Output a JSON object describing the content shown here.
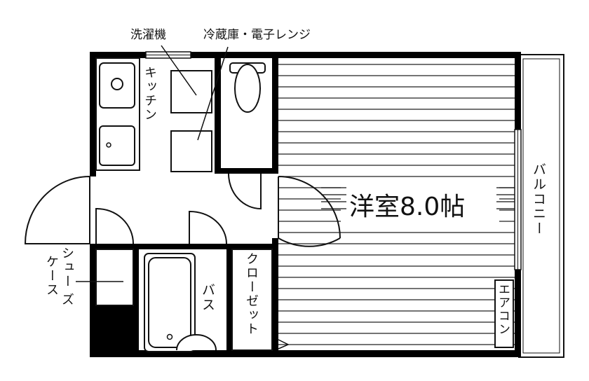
{
  "labels": {
    "washer": "洗濯機",
    "fridge_microwave": "冷蔵庫・電子レンジ",
    "kitchen": "キッチン",
    "western_room": "洋室8.0帖",
    "balcony": "バルコニー",
    "shoe_case_1": "シュー",
    "shoe_case_2": "ズ",
    "shoe_case_3": "ケース",
    "bath": "バス",
    "closet": "クローゼット",
    "aircon": "エアコン"
  },
  "colors": {
    "wall": "#000000",
    "line": "#111111",
    "background": "#ffffff"
  }
}
